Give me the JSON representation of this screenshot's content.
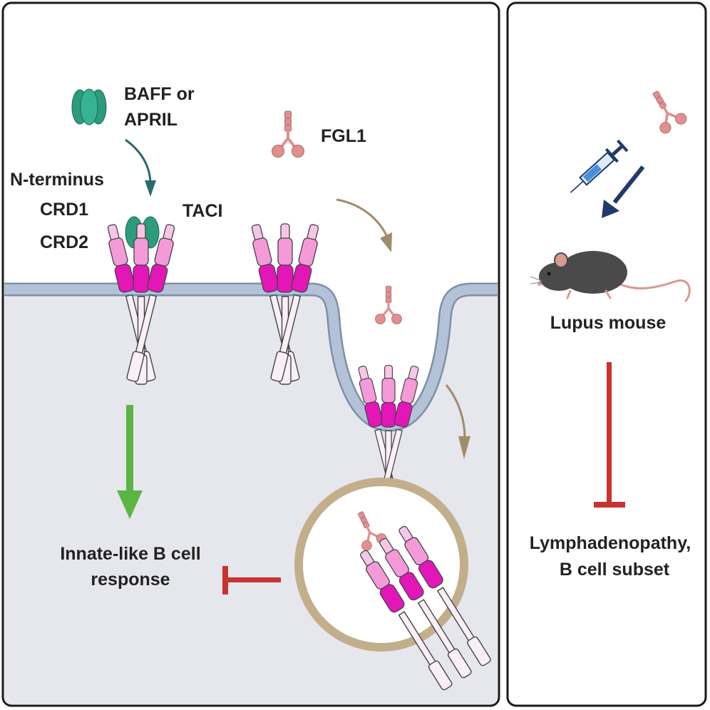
{
  "labels": {
    "baff_line1": "BAFF or",
    "baff_line2": "APRIL",
    "fgl1": "FGL1",
    "n_terminus": "N-terminus",
    "crd1": "CRD1",
    "crd2": "CRD2",
    "taci": "TACI",
    "innate_line1": "Innate-like B cell",
    "innate_line2": "response",
    "lupus": "Lupus mouse",
    "outcome_line1": "Lymphadenopathy,",
    "outcome_line2": "B cell subset"
  },
  "colors": {
    "panel_border": "#1a1a1a",
    "cytoplasm": "#e6e7ec",
    "membrane": "#b3c2d6",
    "membrane_edge": "#7d90aa",
    "crd_light": "#f49ad8",
    "crd_dark": "#e316b8",
    "n_term": "#f7c6e6",
    "stalk": "#fbeff6",
    "baff": "#2c9b7e",
    "fgl1": "#e0908e",
    "arrow_teal": "#2a6b6f",
    "arrow_tan": "#a08c6c",
    "arrow_green": "#5bb542",
    "inhibit_red": "#c8332f",
    "arrow_navy": "#1f3a6b",
    "vesicle": "#c2ae8a",
    "mouse": "#4a4a4a"
  },
  "icons": {
    "ligand": "baff-april-trimer-icon",
    "fgl1": "fgl1-protein-icon",
    "syringe": "syringe-icon",
    "mouse": "lupus-mouse-icon"
  }
}
